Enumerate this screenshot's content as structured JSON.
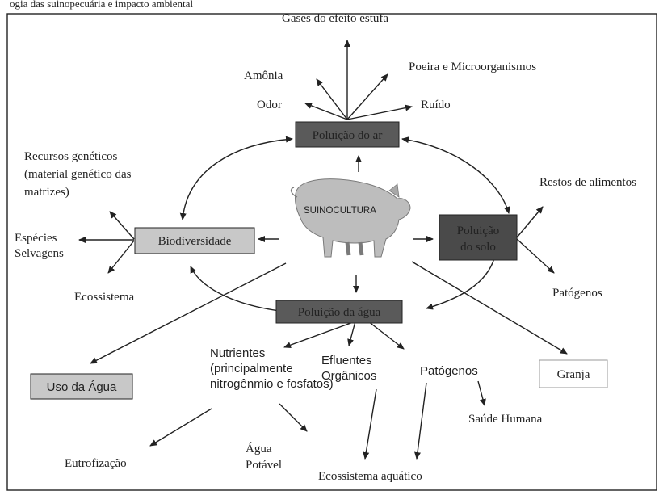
{
  "caption_top": "ogia das suinopecuária e impacto ambiental",
  "center": {
    "label": "SUINOCULTURA"
  },
  "hubs": {
    "air": "Poluição do ar",
    "soil_line1": "Poluição",
    "soil_line2": "do solo",
    "water": "Poluição da água",
    "biodiversity": "Biodiversidade",
    "water_use": "Uso da Água",
    "farm": "Granja"
  },
  "air_effects": {
    "greenhouse": "Gases do efeito estufa",
    "ammonia": "Amônia",
    "dust": "Poeira e Microorganismos",
    "odor": "Odor",
    "noise": "Ruído"
  },
  "biodiversity_effects": {
    "genetic_line1": "Recursos genéticos",
    "genetic_line2": "(material genético das",
    "genetic_line3": "matrizes)",
    "wild_line1": "Espécies",
    "wild_line2": "Selvagens",
    "ecosystem": "Ecossistema"
  },
  "soil_effects": {
    "food_waste": "Restos de alimentos",
    "pathogens": "Patógenos"
  },
  "water_effects": {
    "nutrients_line1": "Nutrientes",
    "nutrients_line2": "(principalmente",
    "nutrients_line3": "nitrogênmio e fosfatos)",
    "effluents_line1": "Efluentes",
    "effluents_line2": "Orgânicos",
    "pathogens": "Patógenos",
    "human_health": "Saúde Humana",
    "eutrophication": "Eutrofização",
    "potable_line1": "Água",
    "potable_line2": "Potável",
    "aquatic_ecosystem": "Ecossistema aquático"
  },
  "colors": {
    "dark_box": "#5a5a5a",
    "darker_box": "#4a4a4a",
    "light_box": "#c8c8c8",
    "arrow": "#222222",
    "pig": "#bdbdbd"
  }
}
